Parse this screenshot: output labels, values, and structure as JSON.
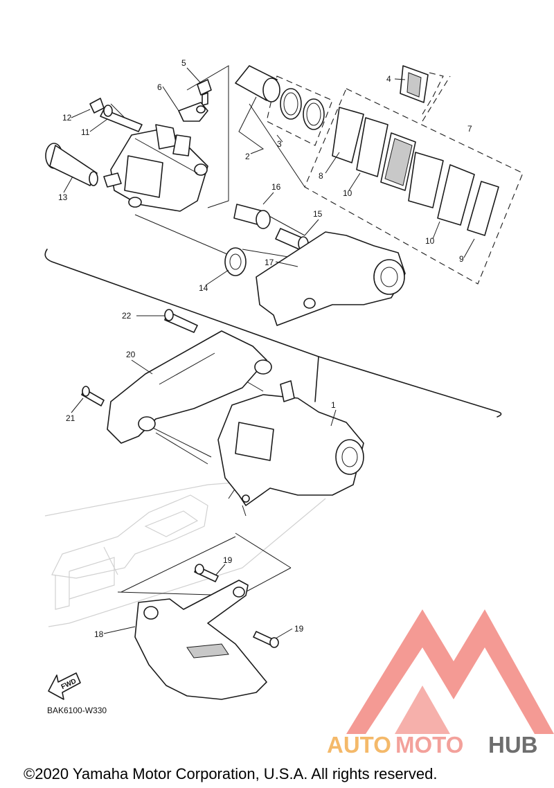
{
  "callouts": [
    {
      "id": "c1",
      "text": "1"
    },
    {
      "id": "c2",
      "text": "2"
    },
    {
      "id": "c3",
      "text": "3"
    },
    {
      "id": "c4",
      "text": "4"
    },
    {
      "id": "c5",
      "text": "5"
    },
    {
      "id": "c6",
      "text": "6"
    },
    {
      "id": "c7",
      "text": "7"
    },
    {
      "id": "c8",
      "text": "8"
    },
    {
      "id": "c9",
      "text": "9"
    },
    {
      "id": "c10a",
      "text": "10"
    },
    {
      "id": "c10b",
      "text": "10"
    },
    {
      "id": "c11",
      "text": "11"
    },
    {
      "id": "c12",
      "text": "12"
    },
    {
      "id": "c13",
      "text": "13"
    },
    {
      "id": "c14",
      "text": "14"
    },
    {
      "id": "c15",
      "text": "15"
    },
    {
      "id": "c16",
      "text": "16"
    },
    {
      "id": "c17",
      "text": "17"
    },
    {
      "id": "c18",
      "text": "18"
    },
    {
      "id": "c19a",
      "text": "19"
    },
    {
      "id": "c19b",
      "text": "19"
    },
    {
      "id": "c20",
      "text": "20"
    },
    {
      "id": "c21",
      "text": "21"
    },
    {
      "id": "c22",
      "text": "22"
    }
  ],
  "fwd_label": "FWD",
  "diagram_code": "BAK6100-W330",
  "watermark": {
    "part1": "AUTO",
    "part2": "MOTO",
    "part3": "HUB"
  },
  "copyright": "©2020 Yamaha Motor Corporation, U.S.A. All rights reserved.",
  "colors": {
    "watermark_red": "#ef6f66",
    "watermark_orange": "#f4b96a",
    "watermark_gray": "#6e6e6e",
    "line": "#1a1a1a"
  }
}
